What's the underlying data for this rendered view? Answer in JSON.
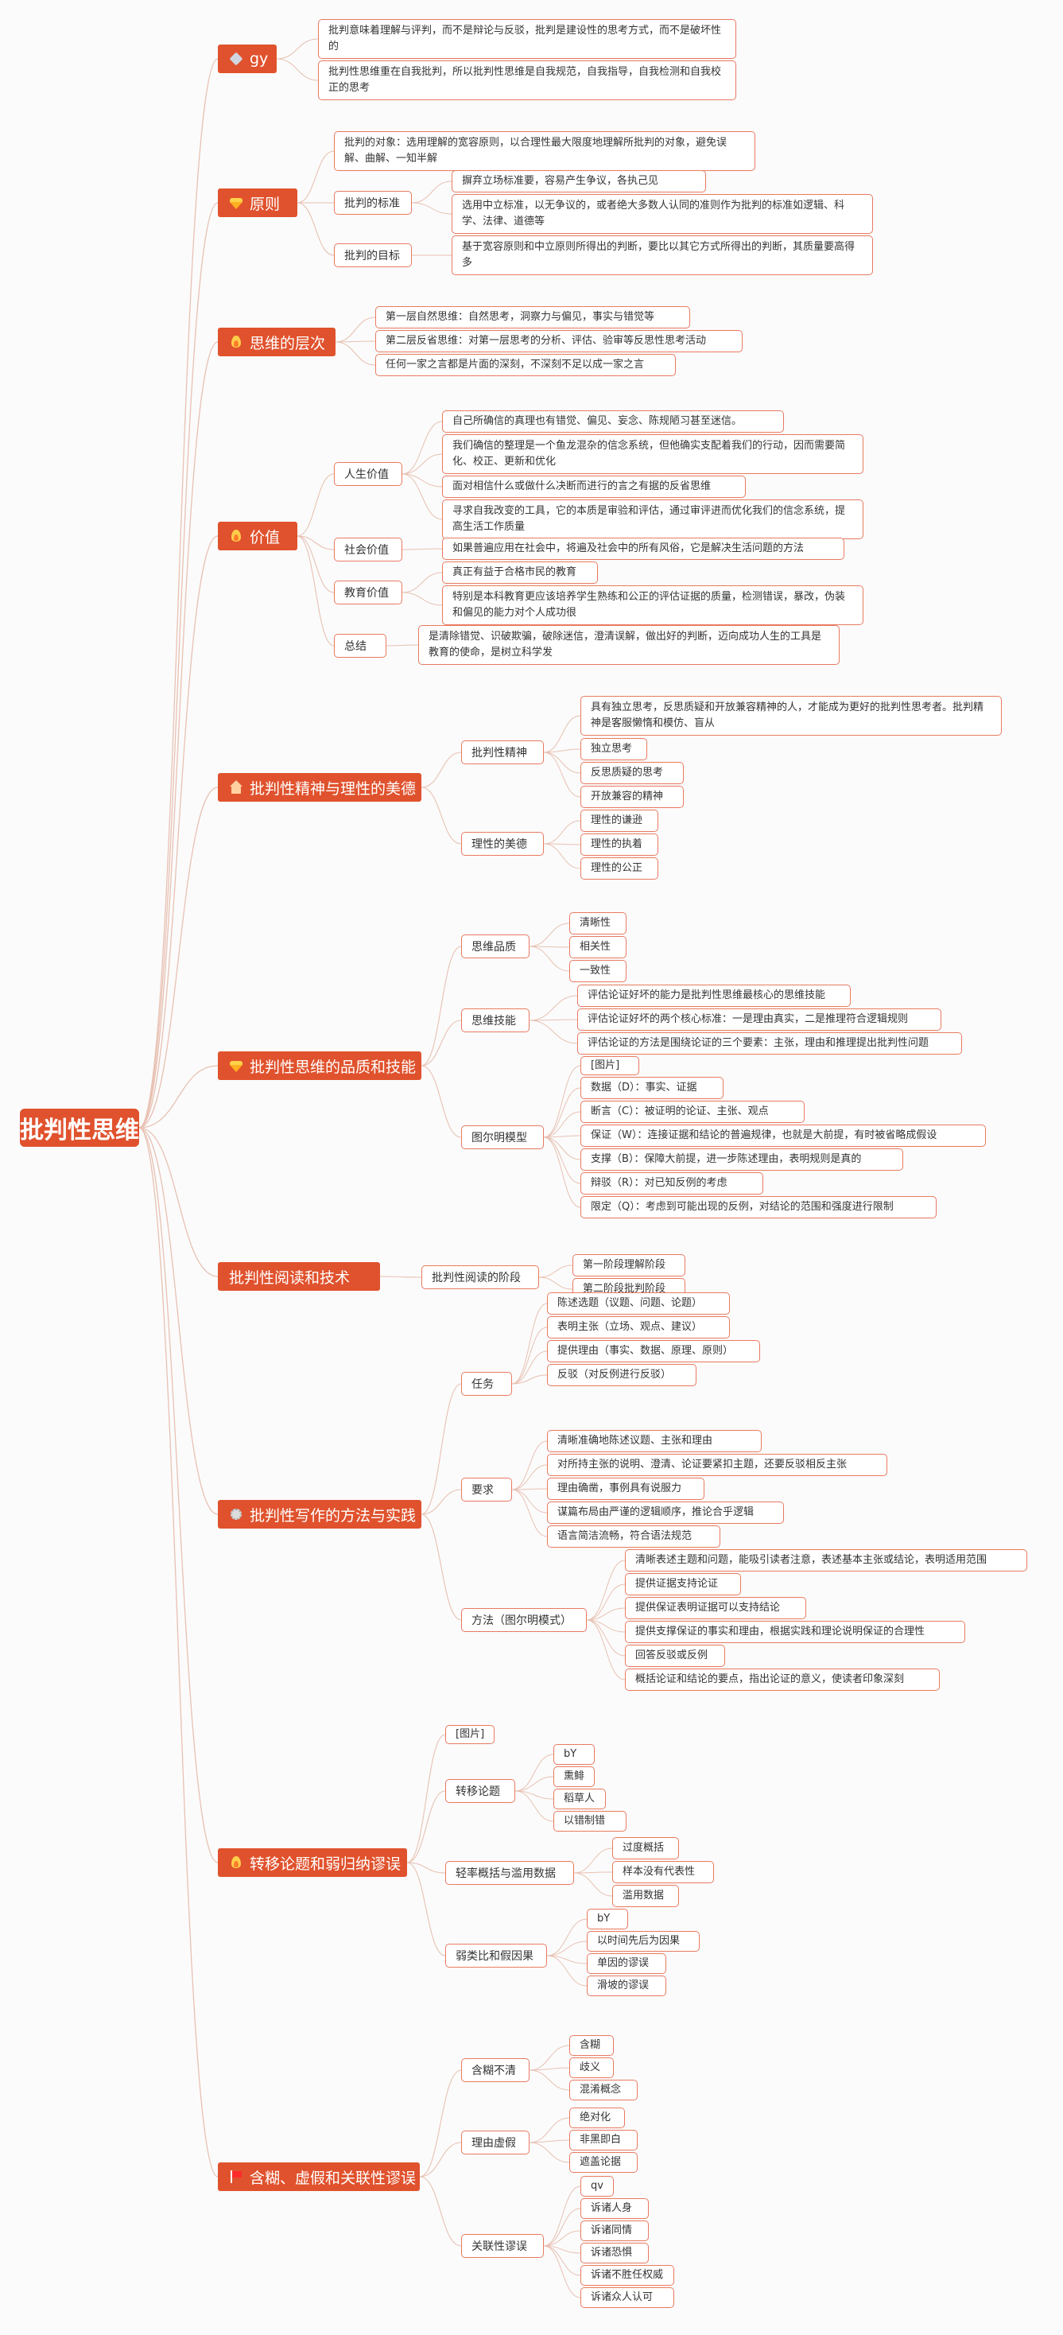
{
  "root": "批判性思维",
  "topics": [
    {
      "id": "gy",
      "icon": "wrench-icon",
      "title": "gy",
      "children": [
        {
          "id": "gy-l1",
          "text": "批判意味着理解与评判，而不是辩论与反驳，批判是建设性的思考方式，而不是破坏性的"
        },
        {
          "id": "gy-l2",
          "text": "批判性思维重在自我批判，所以批判性思维是自我规范，自我指导，自我检测和自我校正的思考"
        }
      ]
    },
    {
      "id": "yz",
      "icon": "gem-icon",
      "title": "原则",
      "children": [
        {
          "id": "yz-l1",
          "text": "批判的对象：选用理解的宽容原则，以合理性最大限度地理解所批判的对象，避免误解、曲解、一知半解"
        },
        {
          "id": "yz-s1",
          "text": "批判的标准",
          "children": [
            {
              "id": "yz-s1-l1",
              "text": "摒弃立场标准要，容易产生争议，各执己见"
            },
            {
              "id": "yz-s1-l2",
              "text": "选用中立标准，以无争议的，或者绝大多数人认同的准则作为批判的标准如逻辑、科学、法律、道德等"
            }
          ]
        },
        {
          "id": "yz-s2",
          "text": "批判的目标",
          "children": [
            {
              "id": "yz-s2-l1",
              "text": "基于宽容原则和中立原则所得出的判断，要比以其它方式所得出的判断，其质量要高得多"
            }
          ]
        }
      ]
    },
    {
      "id": "cc",
      "icon": "fire-icon",
      "title": "思维的层次",
      "children": [
        {
          "id": "cc-l1",
          "text": "第一层自然思维：自然思考，洞察力与偏见，事实与错觉等"
        },
        {
          "id": "cc-l2",
          "text": "第二层反省思维：对第一层思考的分析、评估、验审等反思性思考活动"
        },
        {
          "id": "cc-l3",
          "text": "任何一家之言都是片面的深刻，不深刻不足以成一家之言"
        }
      ]
    },
    {
      "id": "jz",
      "icon": "fire-icon",
      "title": "价值",
      "children": [
        {
          "id": "jz-s1",
          "text": "人生价值",
          "children": [
            {
              "id": "jz-s1-l1",
              "text": "自己所确信的真理也有错觉、偏见、妄念、陈规陋习甚至迷信。"
            },
            {
              "id": "jz-s1-l2",
              "text": "我们确信的整理是一个鱼龙混杂的信念系统，但他确实支配着我们的行动，因而需要简化、校正、更新和优化"
            },
            {
              "id": "jz-s1-l3",
              "text": "面对相信什么或做什么决断而进行的言之有据的反省思维"
            },
            {
              "id": "jz-s1-l4",
              "text": "寻求自我改变的工具，它的本质是审验和评估，通过审评进而优化我们的信念系统，提高生活工作质量"
            }
          ]
        },
        {
          "id": "jz-s2",
          "text": "社会价值",
          "children": [
            {
              "id": "jz-s2-l1",
              "text": "如果普遍应用在社会中，将遍及社会中的所有风俗，它是解决生活问题的方法"
            }
          ]
        },
        {
          "id": "jz-s3",
          "text": "教育价值",
          "children": [
            {
              "id": "jz-s3-l1",
              "text": "真正有益于合格市民的教育"
            },
            {
              "id": "jz-s3-l2",
              "text": "特别是本科教育更应该培养学生熟练和公正的评估证据的质量，检测错误，暴改，伪装和偏见的能力对个人成功很"
            }
          ]
        },
        {
          "id": "jz-s4",
          "text": "总结",
          "children": [
            {
              "id": "jz-s4-l1",
              "text": "是清除错觉、识破欺骗，破除迷信，澄清误解，做出好的判断，迈向成功人生的工具是教育的使命，是树立科学发"
            }
          ]
        }
      ]
    },
    {
      "id": "jsmd",
      "icon": "home-icon",
      "title": "批判性精神与理性的美德",
      "children": [
        {
          "id": "jsmd-s1",
          "text": "批判性精神",
          "children": [
            {
              "id": "jsmd-s1-l1",
              "text": "具有独立思考，反思质疑和开放兼容精神的人，才能成为更好的批判性思考者。批判精神是客服懒惰和模仿、盲从"
            },
            {
              "id": "jsmd-s1-l2",
              "text": "独立思考"
            },
            {
              "id": "jsmd-s1-l3",
              "text": "反思质疑的思考"
            },
            {
              "id": "jsmd-s1-l4",
              "text": "开放兼容的精神"
            }
          ]
        },
        {
          "id": "jsmd-s2",
          "text": "理性的美德",
          "children": [
            {
              "id": "jsmd-s2-l1",
              "text": "理性的谦逊"
            },
            {
              "id": "jsmd-s2-l2",
              "text": "理性的执着"
            },
            {
              "id": "jsmd-s2-l3",
              "text": "理性的公正"
            }
          ]
        }
      ]
    },
    {
      "id": "pzjn",
      "icon": "gem-icon",
      "title": "批判性思维的品质和技能",
      "children": [
        {
          "id": "pzjn-s1",
          "text": "思维品质",
          "children": [
            {
              "id": "pzjn-s1-l1",
              "text": "清晰性"
            },
            {
              "id": "pzjn-s1-l2",
              "text": "相关性"
            },
            {
              "id": "pzjn-s1-l3",
              "text": "一致性"
            }
          ]
        },
        {
          "id": "pzjn-s2",
          "text": "思维技能",
          "children": [
            {
              "id": "pzjn-s2-l1",
              "text": "评估论证好坏的能力是批判性思维最核心的思维技能"
            },
            {
              "id": "pzjn-s2-l2",
              "text": "评估论证好坏的两个核心标准：一是理由真实，二是推理符合逻辑规则"
            },
            {
              "id": "pzjn-s2-l3",
              "text": "评估论证的方法是围绕论证的三个要素：主张，理由和推理提出批判性问题"
            }
          ]
        },
        {
          "id": "pzjn-s3",
          "text": "图尔明模型",
          "children": [
            {
              "id": "pzjn-s3-l0",
              "text": "[图片]"
            },
            {
              "id": "pzjn-s3-l1",
              "text": "数据（D）：事实、证据"
            },
            {
              "id": "pzjn-s3-l2",
              "text": "断言（C）：被证明的论证、主张、观点"
            },
            {
              "id": "pzjn-s3-l3",
              "text": "保证（W）：连接证据和结论的普遍规律，也就是大前提，有时被省略成假设"
            },
            {
              "id": "pzjn-s3-l4",
              "text": "支撑（B）：保障大前提，进一步陈述理由，表明规则是真的"
            },
            {
              "id": "pzjn-s3-l5",
              "text": "辩驳（R）：对已知反例的考虑"
            },
            {
              "id": "pzjn-s3-l6",
              "text": "限定（Q）：考虑到可能出现的反例，对结论的范围和强度进行限制"
            }
          ]
        }
      ]
    },
    {
      "id": "ydjs",
      "icon": "",
      "title": "批判性阅读和技术",
      "children": [
        {
          "id": "ydjs-s1",
          "text": "批判性阅读的阶段",
          "children": [
            {
              "id": "ydjs-s1-l1",
              "text": "第一阶段理解阶段"
            },
            {
              "id": "ydjs-s1-l2",
              "text": "第二阶段批判阶段"
            }
          ]
        }
      ]
    },
    {
      "id": "xz",
      "icon": "gear-icon",
      "title": "批判性写作的方法与实践",
      "children": [
        {
          "id": "xz-s1",
          "text": "任务",
          "children": [
            {
              "id": "xz-s1-l1",
              "text": "陈述选题（议题、问题、论题）"
            },
            {
              "id": "xz-s1-l2",
              "text": "表明主张（立场、观点、建议）"
            },
            {
              "id": "xz-s1-l3",
              "text": "提供理由（事实、数据、原理、原则）"
            },
            {
              "id": "xz-s1-l4",
              "text": "反驳（对反例进行反驳）"
            }
          ]
        },
        {
          "id": "xz-s2",
          "text": "要求",
          "children": [
            {
              "id": "xz-s2-l1",
              "text": "清晰准确地陈述议题、主张和理由"
            },
            {
              "id": "xz-s2-l2",
              "text": "对所持主张的说明、澄清、论证要紧扣主题，还要反驳相反主张"
            },
            {
              "id": "xz-s2-l3",
              "text": "理由确凿，事例具有说服力"
            },
            {
              "id": "xz-s2-l4",
              "text": "谋篇布局由严谨的逻辑顺序，推论合乎逻辑"
            },
            {
              "id": "xz-s2-l5",
              "text": "语言简洁流畅，符合语法规范"
            }
          ]
        },
        {
          "id": "xz-s3",
          "text": "方法（图尔明模式）",
          "children": [
            {
              "id": "xz-s3-l1",
              "text": "清晰表述主题和问题，能吸引读者注意，表述基本主张或结论，表明适用范围"
            },
            {
              "id": "xz-s3-l2",
              "text": "提供证据支持论证"
            },
            {
              "id": "xz-s3-l3",
              "text": "提供保证表明证据可以支持结论"
            },
            {
              "id": "xz-s3-l4",
              "text": "提供支撑保证的事实和理由，根据实践和理论说明保证的合理性"
            },
            {
              "id": "xz-s3-l5",
              "text": "回答反驳或反例"
            },
            {
              "id": "xz-s3-l6",
              "text": "概括论证和结论的要点，指出论证的意义，使读者印象深刻"
            }
          ]
        }
      ]
    },
    {
      "id": "zyry",
      "icon": "fire-icon",
      "title": "转移论题和弱归纳谬误",
      "children": [
        {
          "id": "zyry-l0",
          "text": "[图片]"
        },
        {
          "id": "zyry-s1",
          "text": "转移论题",
          "children": [
            {
              "id": "zyry-s1-l1",
              "text": "bY"
            },
            {
              "id": "zyry-s1-l2",
              "text": "熏鲱"
            },
            {
              "id": "zyry-s1-l3",
              "text": "稻草人"
            },
            {
              "id": "zyry-s1-l4",
              "text": "以错制错"
            }
          ]
        },
        {
          "id": "zyry-s2",
          "text": "轻率概括与滥用数据",
          "children": [
            {
              "id": "zyry-s2-l1",
              "text": "过度概括"
            },
            {
              "id": "zyry-s2-l2",
              "text": "样本没有代表性"
            },
            {
              "id": "zyry-s2-l3",
              "text": "滥用数据"
            }
          ]
        },
        {
          "id": "zyry-s3",
          "text": "弱类比和假因果",
          "children": [
            {
              "id": "zyry-s3-l1",
              "text": "bY"
            },
            {
              "id": "zyry-s3-l2",
              "text": "以时间先后为因果"
            },
            {
              "id": "zyry-s3-l3",
              "text": "单因的谬误"
            },
            {
              "id": "zyry-s3-l4",
              "text": "滑坡的谬误"
            }
          ]
        }
      ]
    },
    {
      "id": "hh",
      "icon": "flag-icon",
      "title": "含糊、虚假和关联性谬误",
      "children": [
        {
          "id": "hh-s1",
          "text": "含糊不清",
          "children": [
            {
              "id": "hh-s1-l1",
              "text": "含糊"
            },
            {
              "id": "hh-s1-l2",
              "text": "歧义"
            },
            {
              "id": "hh-s1-l3",
              "text": "混淆概念"
            }
          ]
        },
        {
          "id": "hh-s2",
          "text": "理由虚假",
          "children": [
            {
              "id": "hh-s2-l1",
              "text": "绝对化"
            },
            {
              "id": "hh-s2-l2",
              "text": "非黑即白"
            },
            {
              "id": "hh-s2-l3",
              "text": "遮盖论据"
            }
          ]
        },
        {
          "id": "hh-s3",
          "text": "关联性谬误",
          "children": [
            {
              "id": "hh-s3-l1",
              "text": "qv"
            },
            {
              "id": "hh-s3-l2",
              "text": "诉诸人身"
            },
            {
              "id": "hh-s3-l3",
              "text": "诉诸同情"
            },
            {
              "id": "hh-s3-l4",
              "text": "诉诸恐惧"
            },
            {
              "id": "hh-s3-l5",
              "text": "诉诸不胜任权威"
            },
            {
              "id": "hh-s3-l6",
              "text": "诉诸众人认可"
            }
          ]
        }
      ]
    }
  ],
  "colors": {
    "accent": "#e0522d",
    "border": "#e97a60",
    "line": "#e8c1b3",
    "background": "#fbfbfb"
  }
}
